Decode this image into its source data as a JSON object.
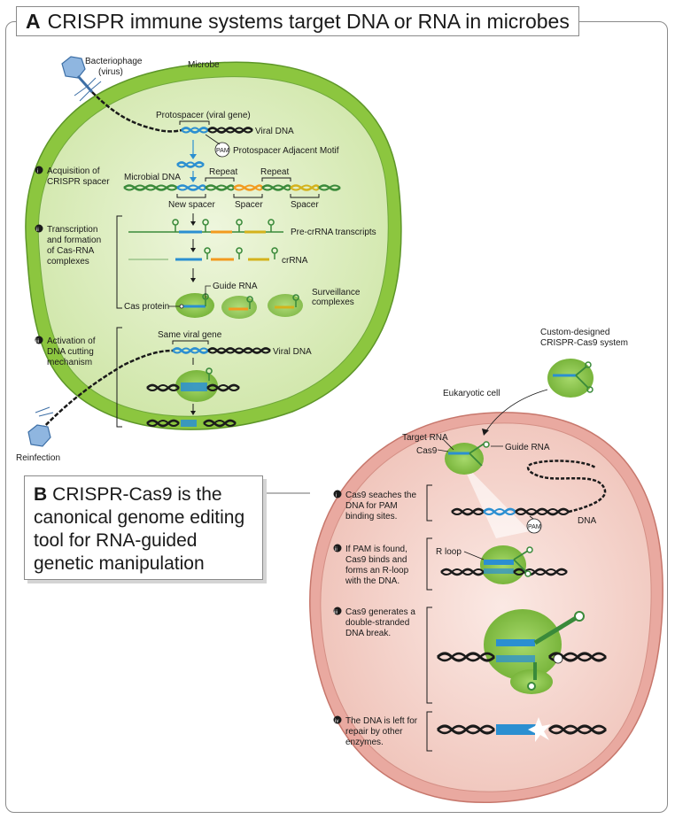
{
  "panel_a": {
    "letter": "A",
    "title": "CRISPR immune systems target DNA or RNA in microbes",
    "bacteriophage": "Bacteriophage",
    "virus": "(virus)",
    "microbe": "Microbe",
    "protospacer": "Protospacer (viral gene)",
    "viral_dna": "Viral DNA",
    "pam": "PAM",
    "pam_full": "Protospacer Adjacent Motif",
    "step1_num": "i",
    "step1_lines": [
      "Acquisition of",
      "CRISPR spacer"
    ],
    "microbial_dna": "Microbial DNA",
    "repeat": "Repeat",
    "new_spacer": "New spacer",
    "spacer": "Spacer",
    "step2_num": "ii",
    "step2_lines": [
      "Transcription",
      "and formation",
      "of Cas-RNA",
      "complexes"
    ],
    "pre_crrna": "Pre-crRNA transcripts",
    "crrna": "crRNA",
    "guide_rna": "Guide RNA",
    "cas_protein": "Cas protein",
    "surveillance": [
      "Surveillance",
      "complexes"
    ],
    "step3_num": "iii",
    "step3_lines": [
      "Activation of",
      "DNA cutting",
      "mechanism"
    ],
    "same_viral_gene": "Same viral gene",
    "reinfection": "Reinfection"
  },
  "panel_b": {
    "letter": "B",
    "title_lines": [
      "CRISPR-Cas9 is the",
      "canonical genome editing",
      "tool for RNA-guided",
      "genetic manipulation"
    ],
    "custom_lines": [
      "Custom-designed",
      "CRISPR-Cas9 system"
    ],
    "eukaryotic_cell": "Eukaryotic cell",
    "target_rna": "Target RNA",
    "cas9": "Cas9",
    "guide_rna": "Guide RNA",
    "dna": "DNA",
    "pam": "PAM",
    "r_loop": "R loop",
    "step1_num": "i",
    "step1_lines": [
      "Cas9 seaches the",
      "DNA for PAM",
      "binding sites."
    ],
    "step2_num": "ii",
    "step2_lines": [
      "If PAM is found,",
      "Cas9 binds and",
      "forms an R-loop",
      "with the DNA."
    ],
    "step3_num": "iii",
    "step3_lines": [
      "Cas9 generates a",
      "double-stranded",
      "DNA break."
    ],
    "step4_num": "iv",
    "step4_lines": [
      "The DNA is left for",
      "repair by other",
      "enzymes."
    ]
  },
  "colors": {
    "microbe_outer": "#8cc63f",
    "microbe_inner": "#dcedbf",
    "euk_outer": "#e9a9a0",
    "euk_inner": "#f4d3cc",
    "spacer_blue": "#2b8fd1",
    "spacer_orange": "#f29a1f",
    "spacer_yellow": "#d4b21c",
    "dna_green": "#3a8a3a",
    "cas_green": "#86c64a"
  }
}
